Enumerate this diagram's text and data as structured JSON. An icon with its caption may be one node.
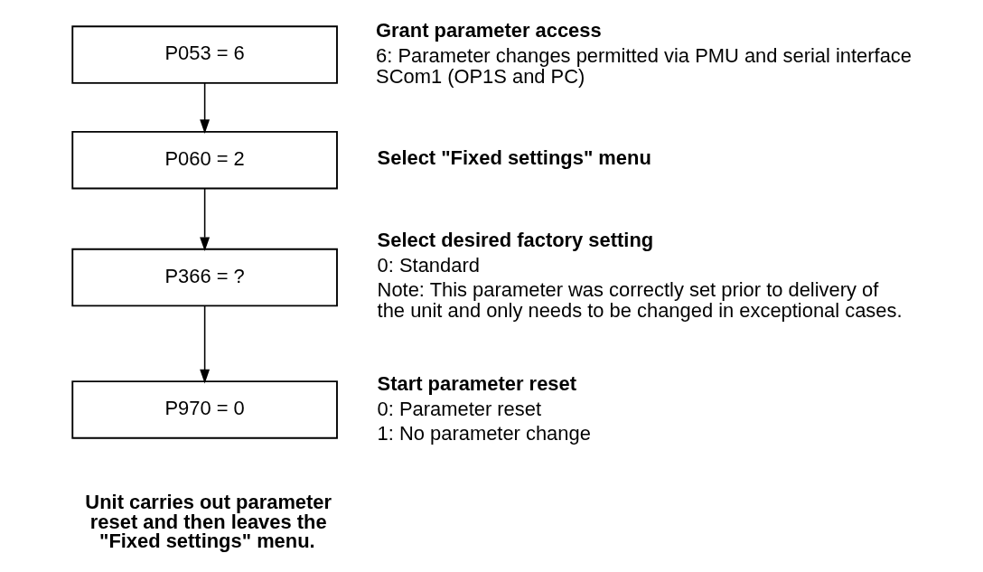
{
  "diagram": {
    "nodes": [
      {
        "text": [
          "P053 = 6"
        ],
        "beside": [
          "Grant parameter access",
          "6: Parameter changes permitted via PMU and serial interface SCom1 (OP1S and PC)"
        ]
      },
      {
        "text": [
          "P060 = 2"
        ],
        "beside": [
          "Select \"Fixed settings\" menu"
        ]
      },
      {
        "text": [
          "P366 = ?"
        ],
        "beside": [
          "Select desired factory setting",
          "0: Standard",
          "Note: This parameter was correctly set prior to delivery of the unit and only needs to be changed in exceptional cases."
        ]
      },
      {
        "text": [
          "P970 = 0"
        ],
        "beside": [
          "Start parameter reset",
          "0: Parameter reset",
          "1: No parameter change"
        ]
      }
    ],
    "edges": [
      {
        "from": 0,
        "to": 1,
        "arrow": "to"
      },
      {
        "from": 1,
        "to": 2,
        "arrow": "to"
      },
      {
        "from": 2,
        "to": 3,
        "arrow": "to"
      }
    ],
    "labels": [
      "Unit carries out parameter reset and then leaves the \"Fixed settings\" menu."
    ]
  }
}
